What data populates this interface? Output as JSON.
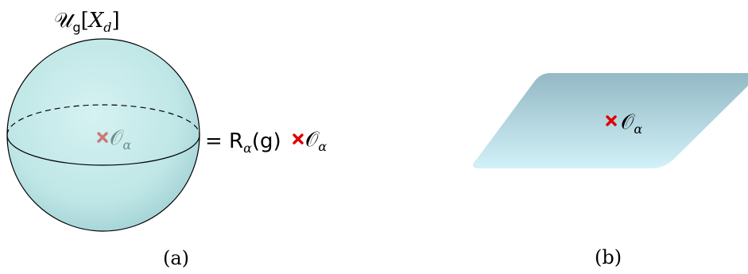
{
  "figure": {
    "panel_a": {
      "sphere_label_main": "𝒰",
      "sphere_label_sub": "g",
      "sphere_label_bracket_open": "[",
      "sphere_label_var": "X",
      "sphere_label_var_sub": "d",
      "sphere_label_bracket_close": "]",
      "operator_main": "𝒪",
      "operator_sub": "α",
      "equals": "=",
      "rep_main": "R",
      "rep_sub": "α",
      "rep_arg": "(g)",
      "rhs_operator_main": "𝒪",
      "rhs_operator_sub": "α",
      "caption": "(a)"
    },
    "panel_b": {
      "operator_main": "𝒪",
      "operator_sub": "α",
      "caption": "(b)"
    },
    "colors": {
      "sphere_fill": "#c8ecec",
      "marker_faded": "#c87878",
      "marker_red": "#e00000",
      "plane_top": "#8fb8c4",
      "plane_bottom": "#cdeef6"
    }
  }
}
